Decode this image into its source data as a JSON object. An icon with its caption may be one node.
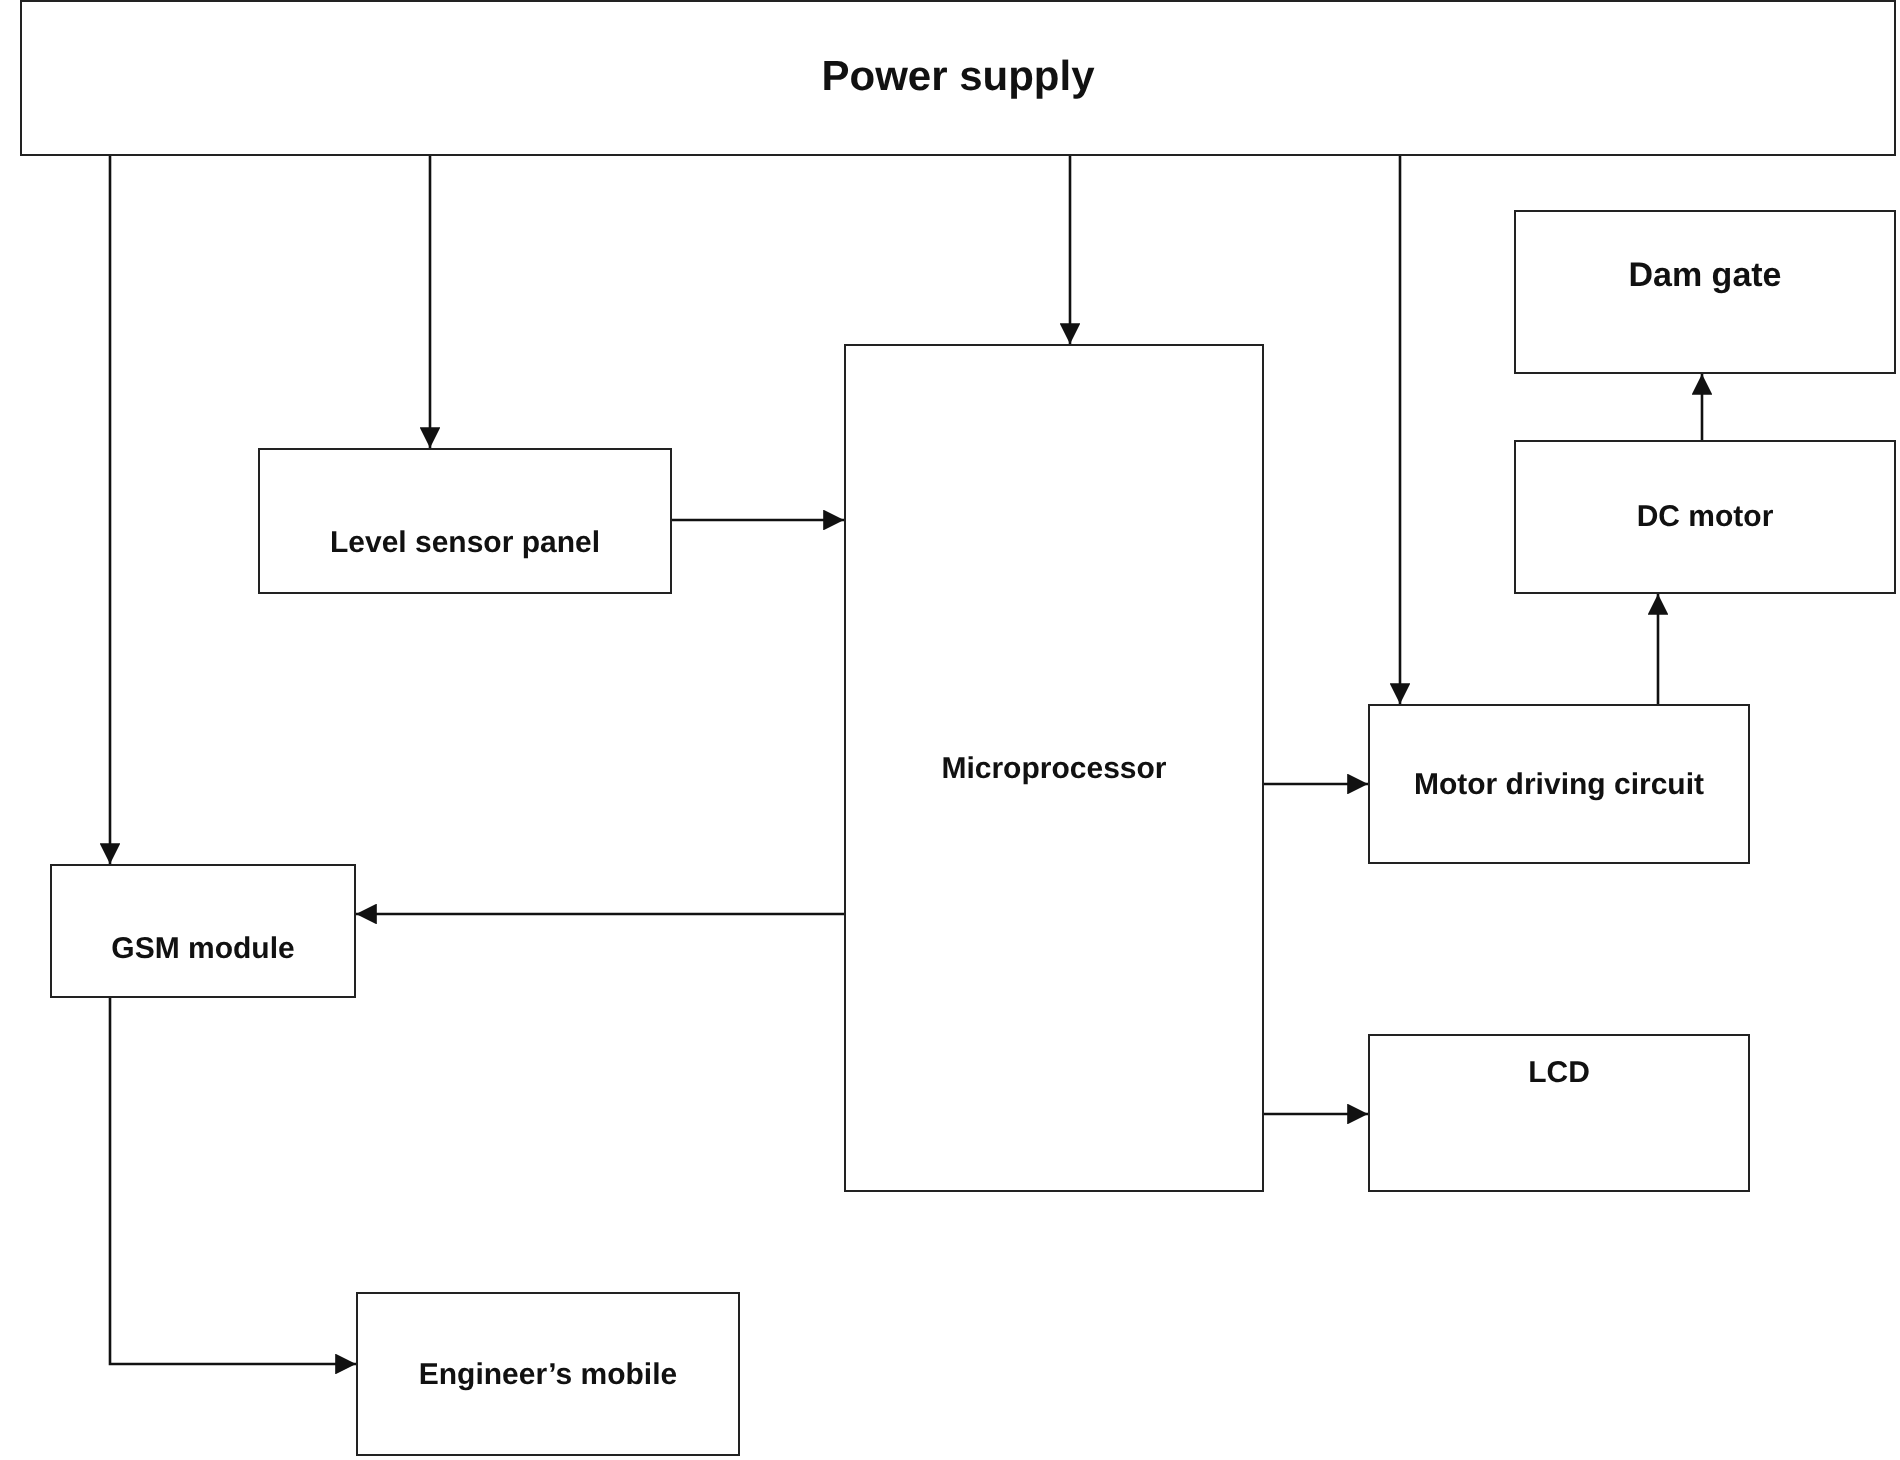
{
  "diagram": {
    "nodes": [
      {
        "text": [
          "Power supply"
        ]
      },
      {
        "text": [
          "Dam gate"
        ]
      },
      {
        "text": [
          "Level sensor panel"
        ]
      },
      {
        "text": [
          "Microprocessor"
        ]
      },
      {
        "text": [
          "DC motor"
        ]
      },
      {
        "text": [
          "Motor driving circuit"
        ]
      },
      {
        "text": [
          "GSM module"
        ]
      },
      {
        "text": [
          "LCD"
        ]
      },
      {
        "text": [
          "Engineer’s mobile"
        ]
      }
    ],
    "edges": [
      {
        "from": 0,
        "to": 6,
        "arrow": "to"
      },
      {
        "from": 0,
        "to": 2,
        "arrow": "to"
      },
      {
        "from": 0,
        "to": 3,
        "arrow": "to"
      },
      {
        "from": 0,
        "to": 5,
        "arrow": "to"
      },
      {
        "from": 2,
        "to": 3,
        "arrow": "to"
      },
      {
        "from": 3,
        "to": 5,
        "arrow": "to"
      },
      {
        "from": 3,
        "to": 6,
        "arrow": "to"
      },
      {
        "from": 3,
        "to": 7,
        "arrow": "to"
      },
      {
        "from": 5,
        "to": 4,
        "arrow": "to"
      },
      {
        "from": 4,
        "to": 1,
        "arrow": "to"
      },
      {
        "from": 6,
        "to": 8,
        "arrow": "to"
      }
    ]
  }
}
